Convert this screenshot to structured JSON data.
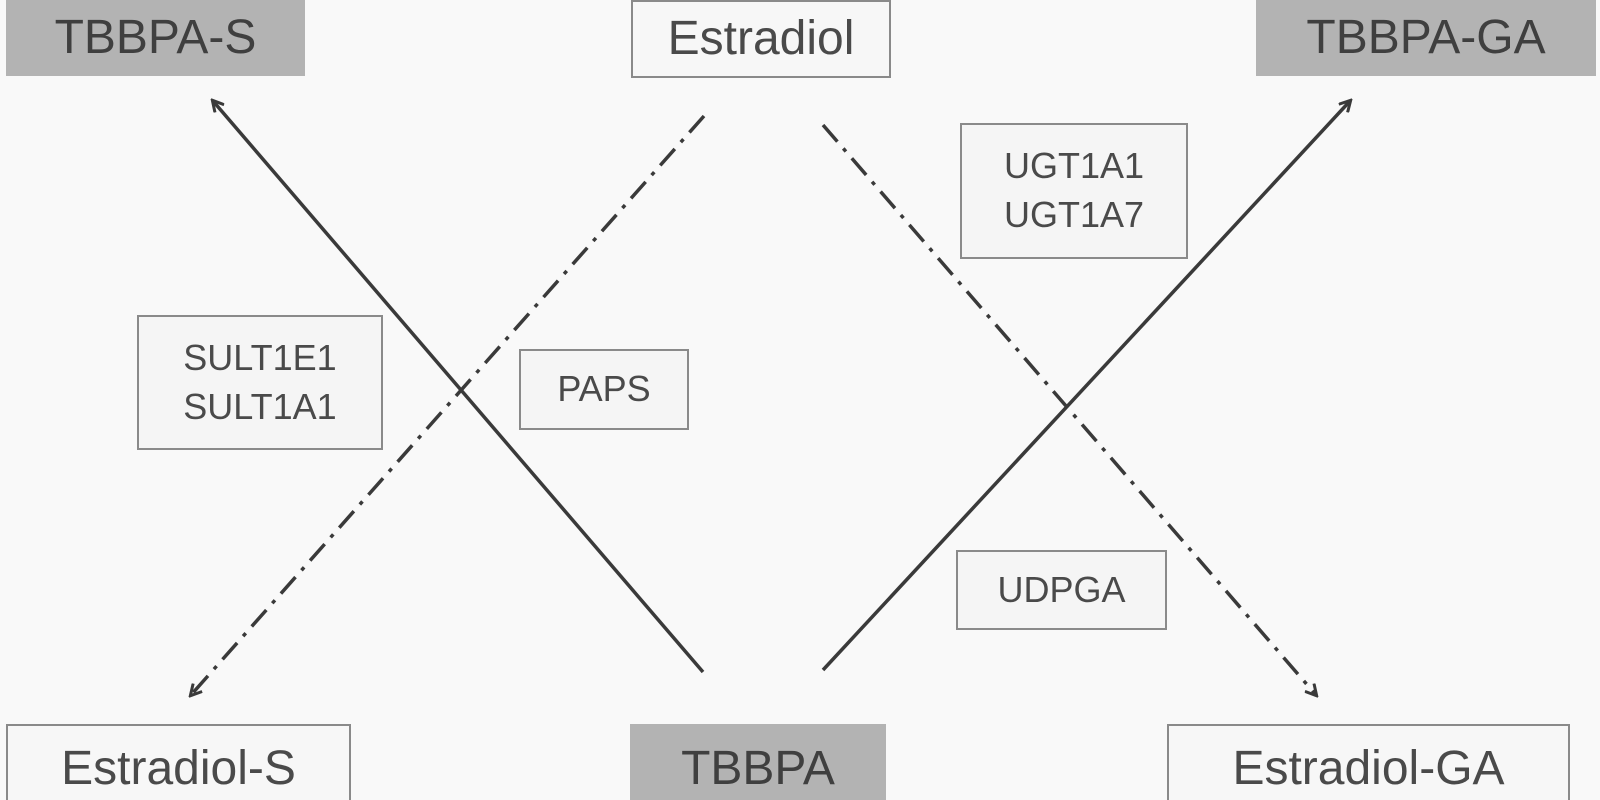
{
  "nodes": {
    "tbbpa_s": "TBBPA-S",
    "estradiol": "Estradiol",
    "tbbpa_ga": "TBBPA-GA",
    "estradiol_s": "Estradiol-S",
    "tbbpa": "TBBPA",
    "estradiol_ga": "Estradiol-GA"
  },
  "labels": {
    "sult": [
      "SULT1E1",
      "SULT1A1"
    ],
    "paps": "PAPS",
    "ugt": [
      "UGT1A1",
      "UGT1A7"
    ],
    "udpga": "UDPGA"
  },
  "colors": {
    "product_fill": "#b3b3b3",
    "line": "#3a3a3a",
    "box_border": "#8a8a8a"
  },
  "edges": [
    {
      "from": "TBBPA",
      "to": "TBBPA-S",
      "style": "solid"
    },
    {
      "from": "TBBPA",
      "to": "TBBPA-GA",
      "style": "solid"
    },
    {
      "from": "Estradiol",
      "to": "Estradiol-S",
      "style": "dash-dot"
    },
    {
      "from": "Estradiol",
      "to": "Estradiol-GA",
      "style": "dash-dot"
    }
  ]
}
